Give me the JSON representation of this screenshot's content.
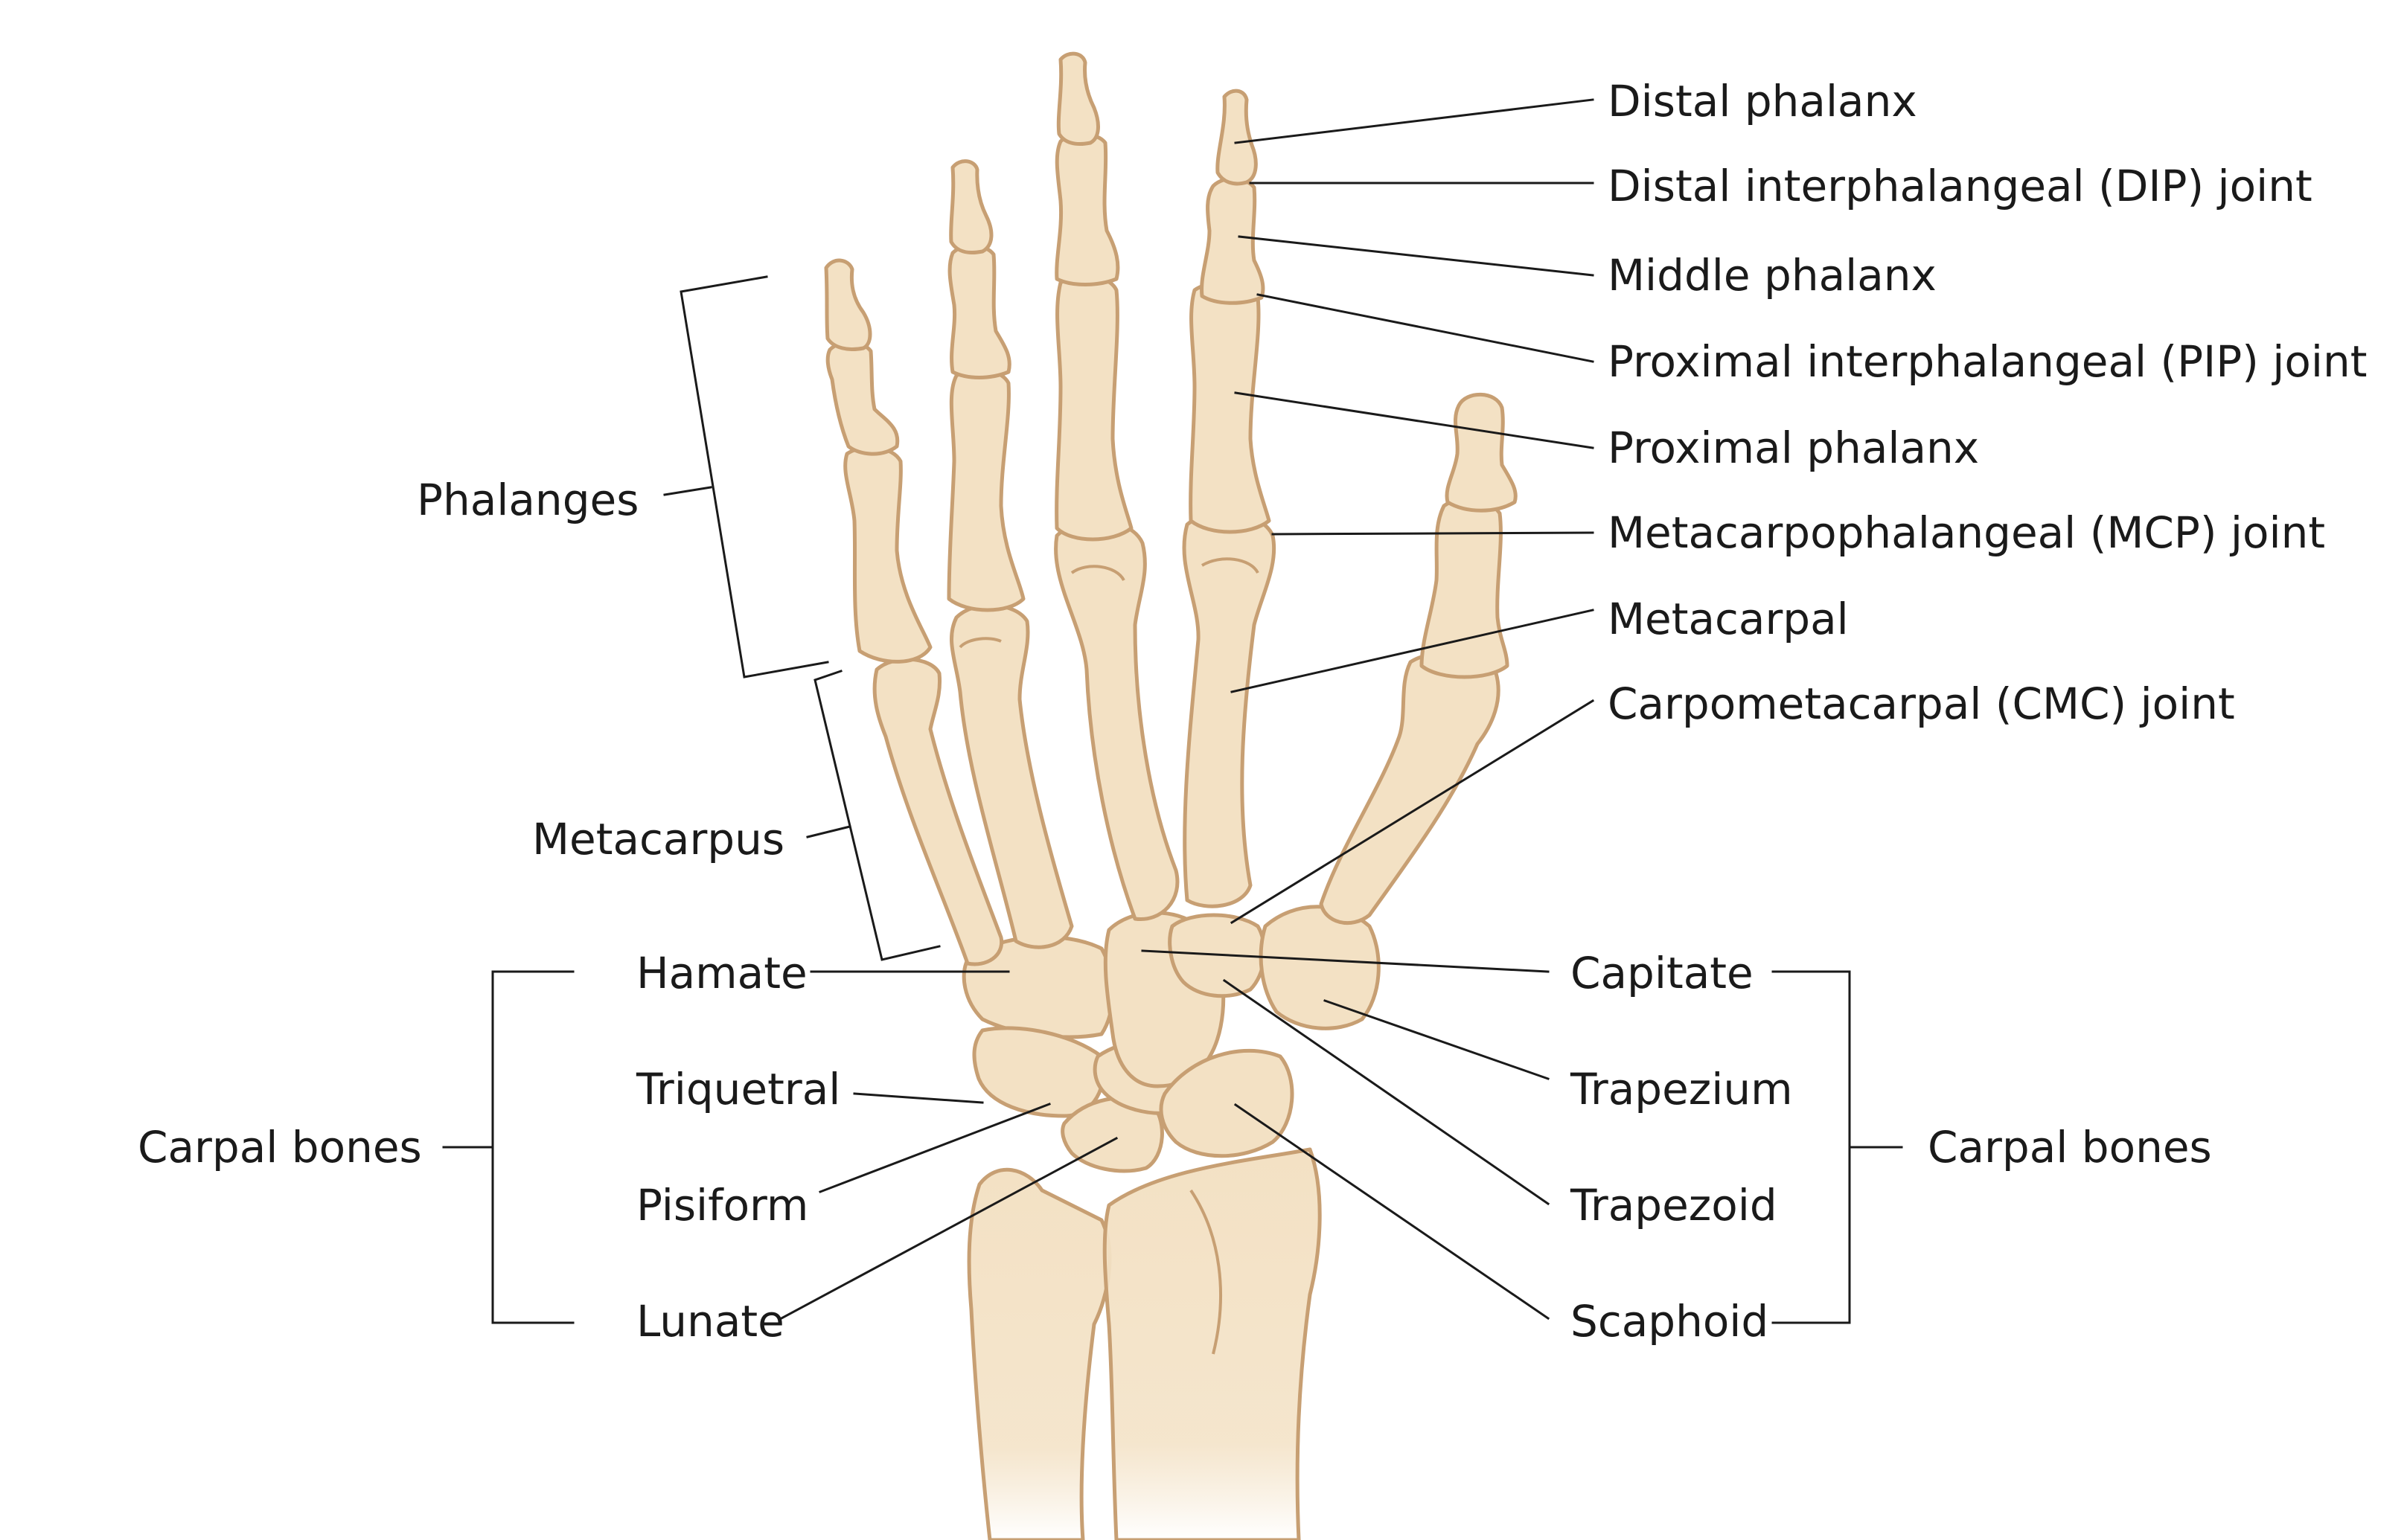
{
  "colors": {
    "bone_fill": "#f3e1c4",
    "bone_outline": "#c79f73",
    "bone_shadow": "#e3c8a1",
    "leader_line": "#1a1a1a",
    "label_text": "#1a1a1a",
    "background": "#ffffff"
  },
  "labels": {
    "right": {
      "distal_phalanx": "Distal phalanx",
      "dip_joint": "Distal interphalangeal (DIP) joint",
      "middle_phalanx": "Middle phalanx",
      "pip_joint": "Proximal interphalangeal (PIP) joint",
      "proximal_phalanx": "Proximal phalanx",
      "mcp_joint": "Metacarpophalangeal (MCP) joint",
      "metacarpal": "Metacarpal",
      "cmc_joint": "Carpometacarpal (CMC) joint"
    },
    "left_groups": {
      "phalanges": "Phalanges",
      "metacarpus": "Metacarpus"
    },
    "left_carpals": {
      "hamate": "Hamate",
      "triquetral": "Triquetral",
      "pisiform": "Pisiform",
      "lunate": "Lunate",
      "group": "Carpal bones"
    },
    "right_carpals": {
      "capitate": "Capitate",
      "trapezium": "Trapezium",
      "trapezoid": "Trapezoid",
      "scaphoid": "Scaphoid",
      "group": "Carpal bones"
    }
  }
}
